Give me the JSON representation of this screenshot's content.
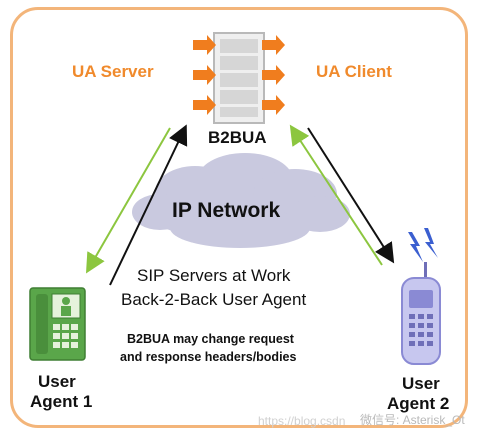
{
  "labels": {
    "ua_server": "UA Server",
    "ua_client": "UA Client",
    "b2bua": "B2BUA",
    "ip_network": "IP Network",
    "sip_line1": "SIP Servers at Work",
    "sip_line2": "Back-2-Back User Agent",
    "note_line1": "B2BUA may change request",
    "note_line2": "and response headers/bodies",
    "ua1_line1": "User",
    "ua1_line2": "Agent 1",
    "ua2_line1": "User",
    "ua2_line2": "Agent 2"
  },
  "watermarks": {
    "url": "https://blog.csdn",
    "account": "微信号: Asterisk_Ot"
  },
  "colors": {
    "frame": "#f3b57a",
    "accent_orange": "#f08a2c",
    "server_arrows": "#f07d1e",
    "arrow_green": "#8cc63f",
    "arrow_black": "#111111",
    "cloud": "#c9c9df",
    "phone_green": "#5aa64a",
    "handset_purple": "#8a8ad4"
  },
  "icons": [
    "server-icon",
    "cloud-icon",
    "desk-phone-icon",
    "mobile-phone-icon",
    "signal-lightning-icon"
  ]
}
